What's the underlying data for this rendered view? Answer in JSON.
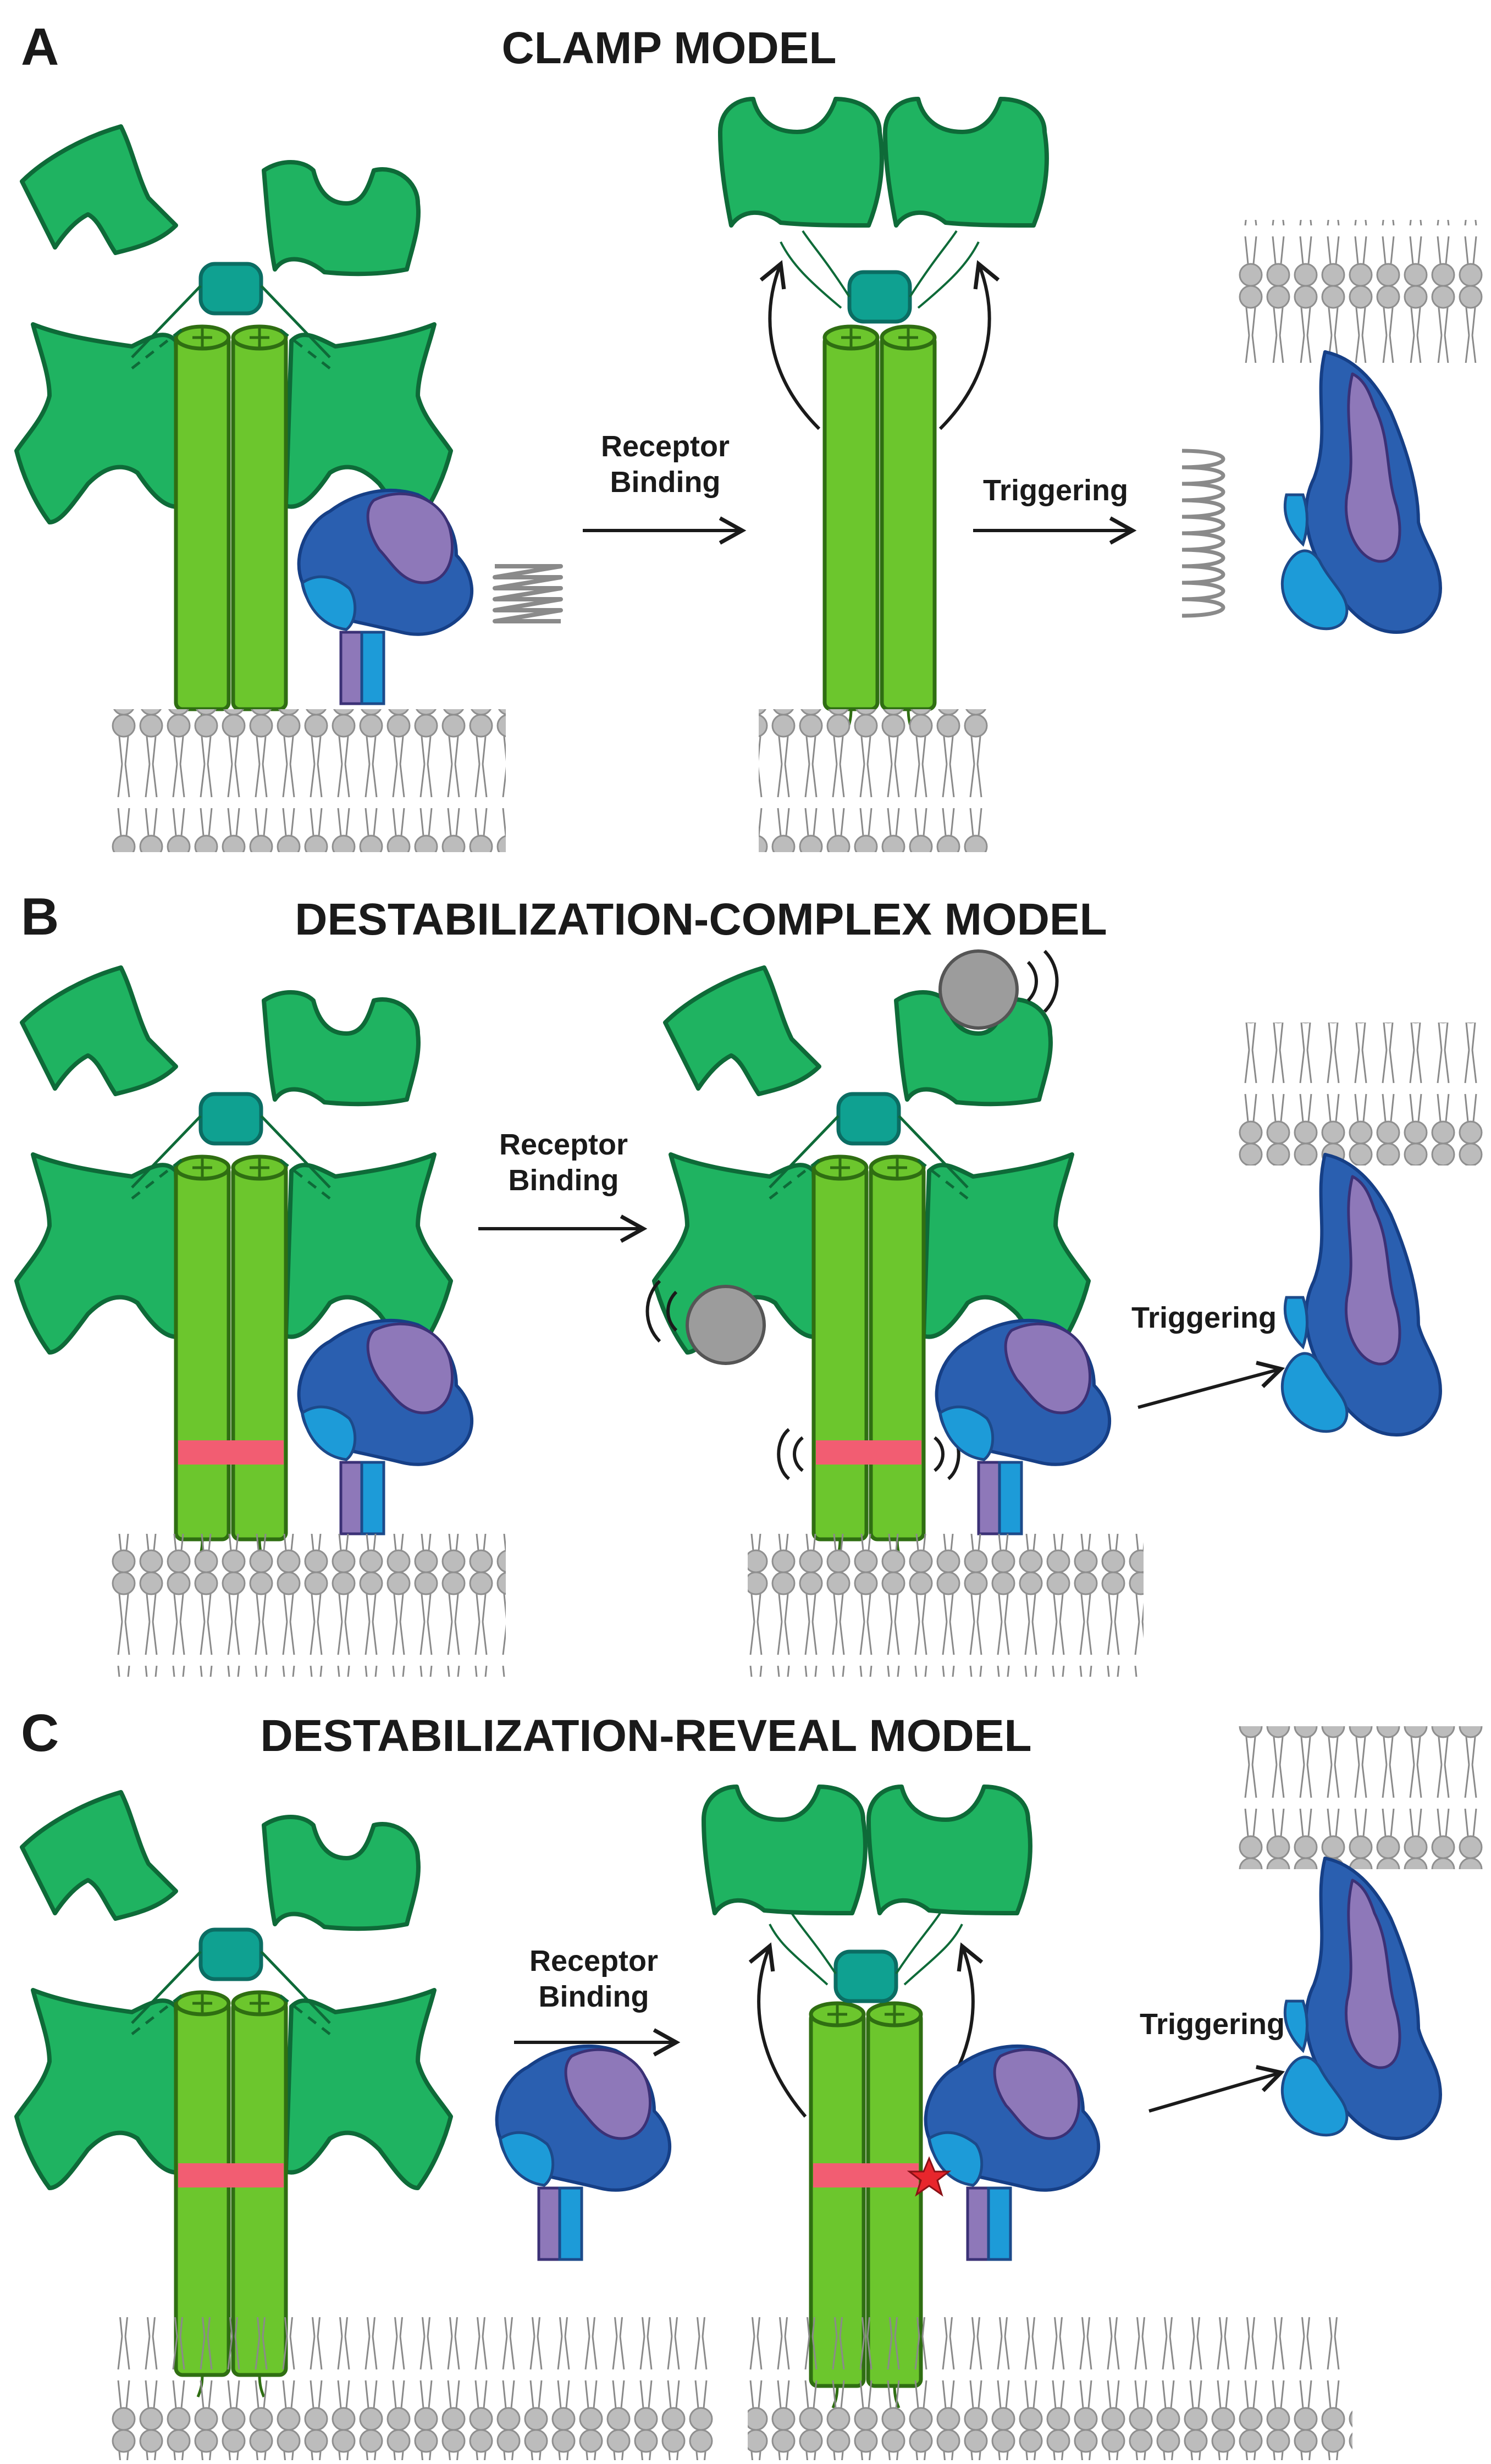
{
  "panels": [
    {
      "letter": "A",
      "title": "CLAMP MODEL",
      "step1": [
        "Receptor",
        "Binding"
      ],
      "step2": [
        "Triggering"
      ]
    },
    {
      "letter": "B",
      "title": "DESTABILIZATION-COMPLEX MODEL",
      "step1": [
        "Receptor",
        "Binding"
      ],
      "step2": [
        "Triggering"
      ]
    },
    {
      "letter": "C",
      "title": "DESTABILIZATION-REVEAL MODEL",
      "step1": [
        "Receptor",
        "Binding"
      ],
      "step2": [
        "Triggering"
      ]
    }
  ],
  "colors": {
    "hn_head": "#1fb361",
    "hn_outline": "#0e6a38",
    "stalk": "#6cc62d",
    "stalk_outline": "#2f6e12",
    "neck": "#0fa191",
    "f_dark_blue": "#2a5fb0",
    "f_light_blue": "#1d9bd8",
    "f_purple": "#8e78b9",
    "destabilizing_band": "#f25d72",
    "lipid_head": "#bcbcbc",
    "ligand_gray": "#9c9c9c",
    "star": "#e8262c"
  }
}
